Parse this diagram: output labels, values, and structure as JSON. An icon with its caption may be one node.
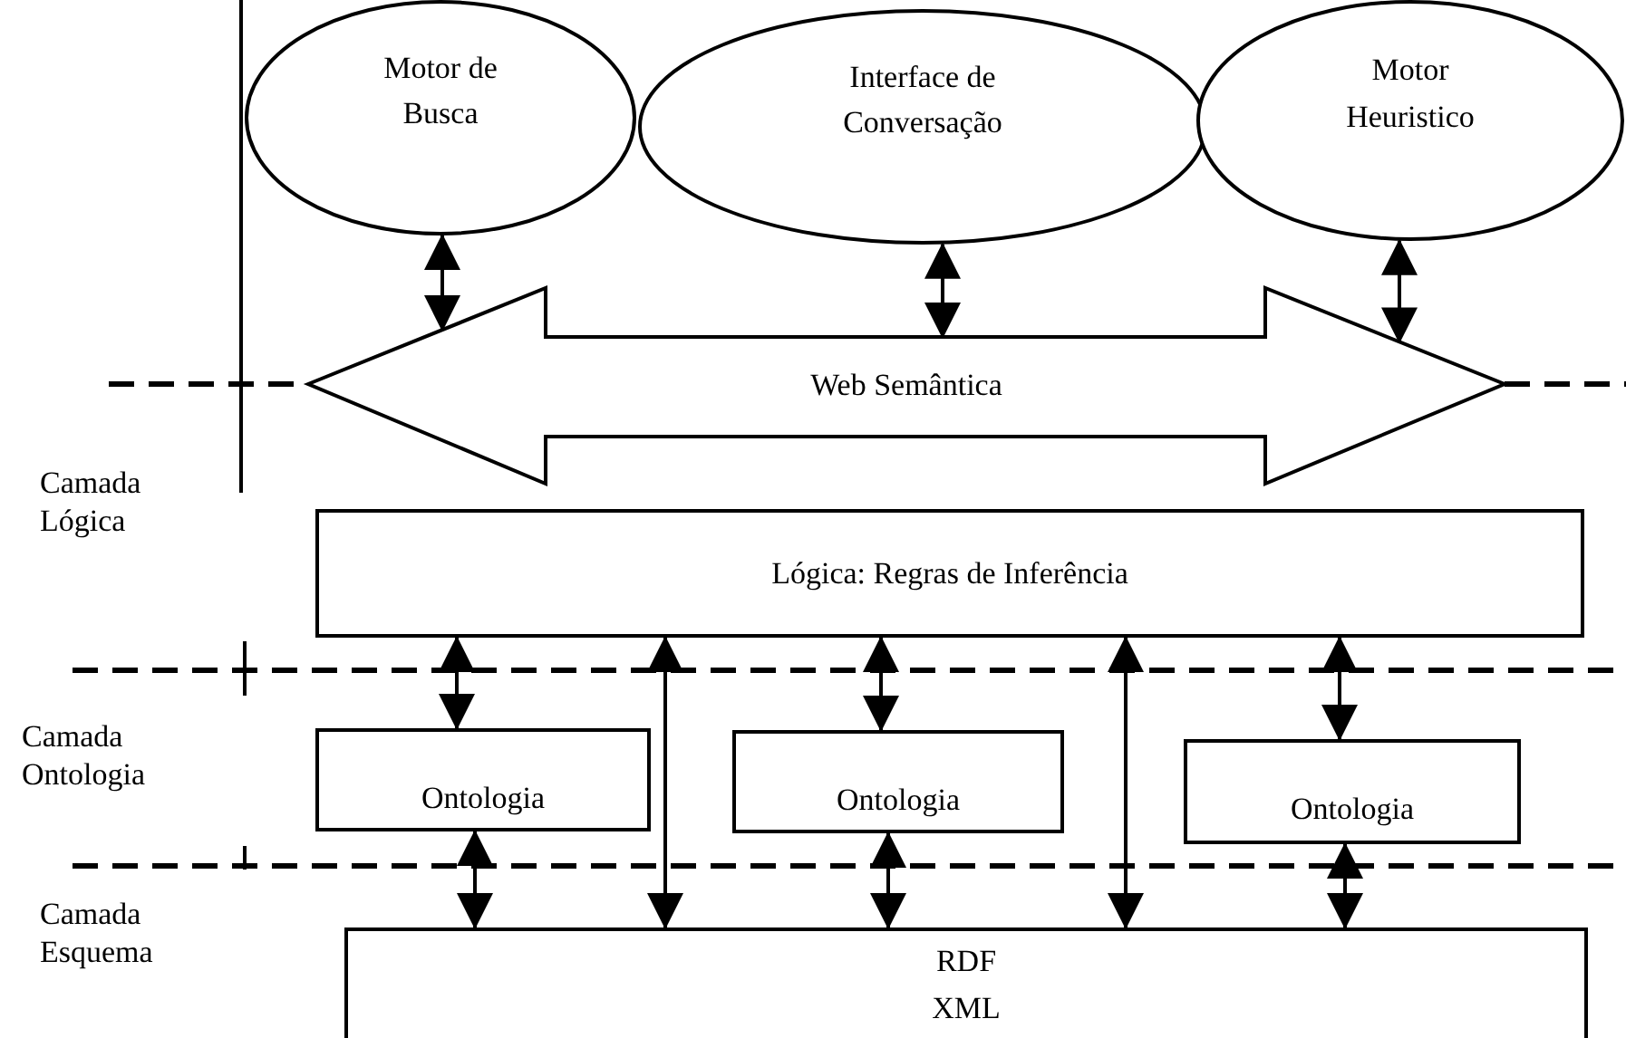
{
  "diagram": {
    "nodes": [
      {
        "text": [
          "Motor de Busca"
        ]
      },
      {
        "text": [
          "Interface de Conversação"
        ]
      },
      {
        "text": [
          "Motor Heuristico"
        ]
      },
      {
        "text": [
          "Web Semântica"
        ]
      },
      {
        "text": [
          "Lógica: Regras de Inferência"
        ]
      },
      {
        "text": [
          "Ontologia"
        ]
      },
      {
        "text": [
          "Ontologia"
        ]
      },
      {
        "text": [
          "Ontologia"
        ]
      },
      {
        "text": [
          "RDF XML"
        ]
      }
    ],
    "edges": [
      {
        "from": 0,
        "to": 3,
        "arrow": "both"
      },
      {
        "from": 1,
        "to": 3,
        "arrow": "both"
      },
      {
        "from": 2,
        "to": 3,
        "arrow": "both"
      },
      {
        "from": 4,
        "to": 5,
        "arrow": "both"
      },
      {
        "from": 4,
        "to": 8,
        "arrow": "both"
      },
      {
        "from": 4,
        "to": 6,
        "arrow": "both"
      },
      {
        "from": 4,
        "to": 8,
        "arrow": "both"
      },
      {
        "from": 4,
        "to": 7,
        "arrow": "both"
      },
      {
        "from": 5,
        "to": 8,
        "arrow": "both"
      },
      {
        "from": 6,
        "to": 8,
        "arrow": "both"
      },
      {
        "from": 7,
        "to": 8,
        "arrow": "both"
      }
    ],
    "labels": [
      "Camada Lógica",
      "Camada Ontologia",
      "Camada Esquema"
    ]
  }
}
